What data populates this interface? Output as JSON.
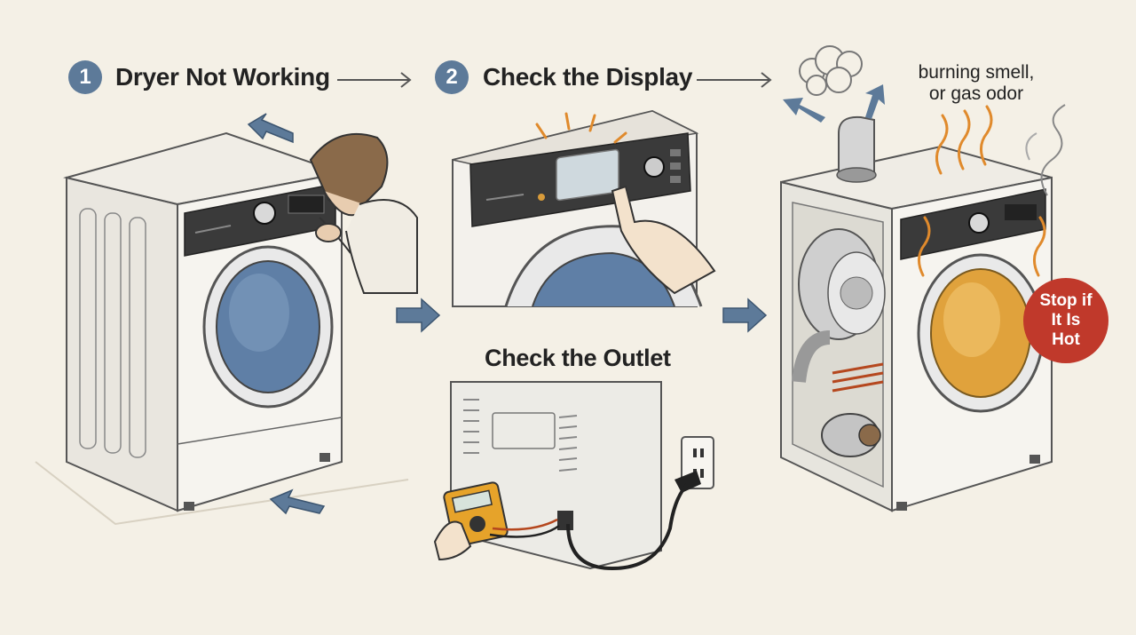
{
  "steps": [
    {
      "number": "1",
      "title": "Dryer Not Working"
    },
    {
      "number": "2",
      "title": "Check the Display"
    }
  ],
  "sub_step": {
    "title": "Check the Outlet"
  },
  "warning": {
    "line1": "burning smell,",
    "line2": "or gas odor"
  },
  "stop_badge": {
    "line1": "Stop if",
    "line2": "It Is",
    "line3": "Hot"
  },
  "colors": {
    "background": "#f4f0e6",
    "badge": "#5d7a99",
    "stop": "#c0392b",
    "arrow": "#5d7a99",
    "drum_blue": "#5f7fa6",
    "drum_hot": "#e0a23c",
    "heat_wave": "#e08a2c",
    "panel": "#3a3a3a",
    "meter": "#e6a32a"
  },
  "icons": [
    "arrow-right-icon",
    "arrow-curve-icon",
    "smoke-icon",
    "heat-wave-icon",
    "power-plug-icon",
    "multimeter-icon"
  ]
}
